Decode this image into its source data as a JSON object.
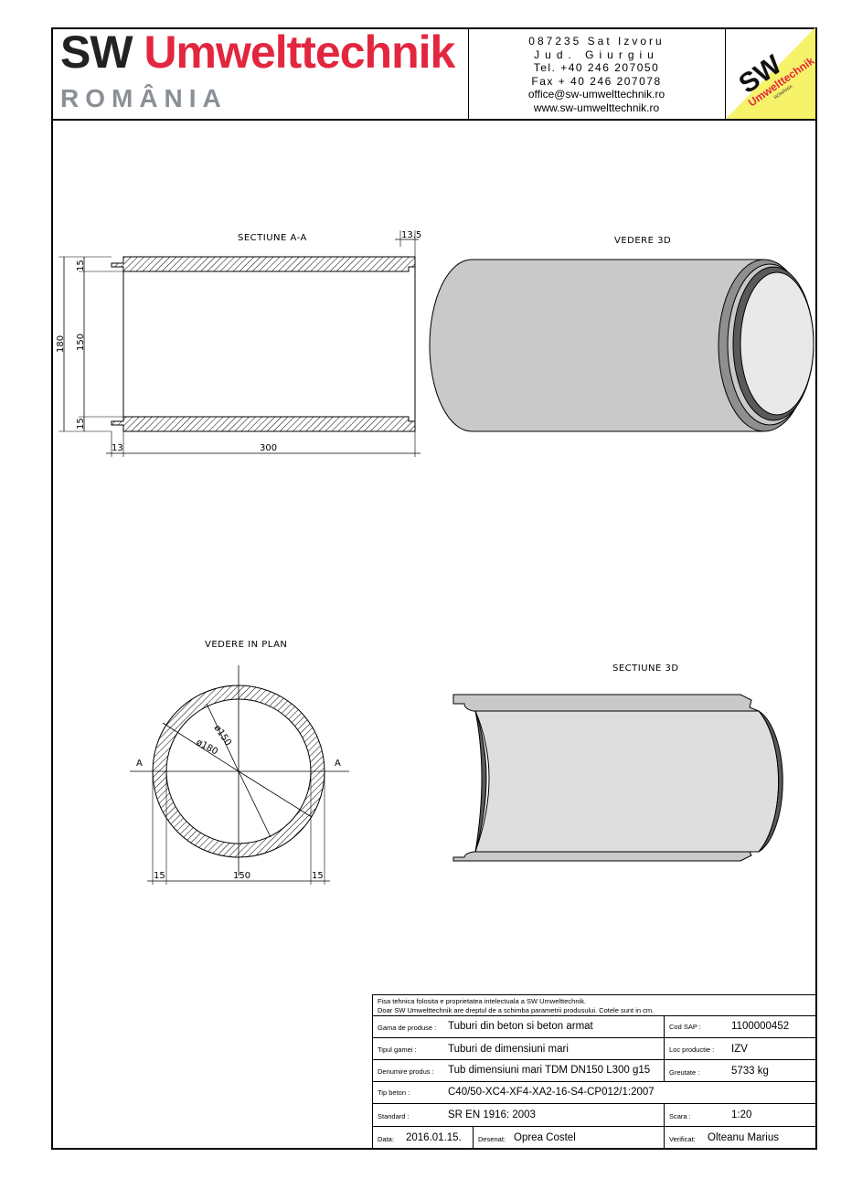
{
  "header": {
    "brand_sw": "SW",
    "brand_name": "Umwelttechnik",
    "brand_country": "ROMÂNIA",
    "contact": {
      "line1": "087235 Sat Izvoru",
      "line2": "Jud. Giurgiu",
      "line3": "Tel. +40 246 207050",
      "line4": "Fax + 40 246 207078",
      "email": "office@sw-umwelttechnik.ro",
      "web": "www.sw-umwelttechnik.ro"
    },
    "logo": {
      "text_sw": "SW",
      "text_name": "Umwelttechnik",
      "text_country": "ROMÂNIA",
      "bg_color": "#f6f26a",
      "accent": "#e3263f"
    }
  },
  "views": {
    "section_aa": "SECTIUNE   A-A",
    "view_3d": "VEDERE 3D",
    "plan_view": "VEDERE IN PLAN",
    "section_3d": "SECTIUNE 3D"
  },
  "dimensions": {
    "section": {
      "top_offset": "13.5",
      "wall_top": "15",
      "inner": "150",
      "outer": "180",
      "wall_bottom": "15",
      "spigot": "13",
      "length": "300"
    },
    "plan": {
      "dia_inner": "ø150",
      "dia_outer": "ø180",
      "cut_left": "A",
      "cut_right": "A",
      "wall_left": "15",
      "inner": "150",
      "wall_right": "15"
    }
  },
  "colors": {
    "pipe_fill": "#c8c8c8",
    "pipe_dark": "#5a5a5a",
    "brand_red": "#e3263f",
    "brand_gray": "#8a9096"
  },
  "title_block": {
    "note1": "Fisa tehnica folosita e proprietatea intelectuala a SW Umwelttechnik.",
    "note2": "Doar SW Umwelttechnik are dreptul de a schimba parametrii produsului. Cotele sunt in cm.",
    "gama_label": "Gama de produse :",
    "gama_value": "Tuburi din beton si beton armat",
    "cod_label": "Cod SAP :",
    "cod_value": "1100000452",
    "tip_label": "Tipul gamei :",
    "tip_value": "Tuburi de dimensiuni mari",
    "loc_label": "Loc productie :",
    "loc_value": "IZV",
    "den_label": "Denumire produs :",
    "den_value": "Tub dimensiuni mari TDM DN150 L300 g15",
    "greut_label": "Greutate :",
    "greut_value": "5733 kg",
    "beton_label": "Tip beton :",
    "beton_value": "C40/50-XC4-XF4-XA2-16-S4-CP012/1:2007",
    "std_label": "Standard :",
    "std_value": "SR EN 1916: 2003",
    "scara_label": "Scara :",
    "scara_value": "1:20",
    "data_label": "Data:",
    "data_value": "2016.01.15.",
    "desenat_label": "Desenat:",
    "desenat_value": "Oprea Costel",
    "verificat_label": "Verificat:",
    "verificat_value": "Olteanu Marius"
  }
}
